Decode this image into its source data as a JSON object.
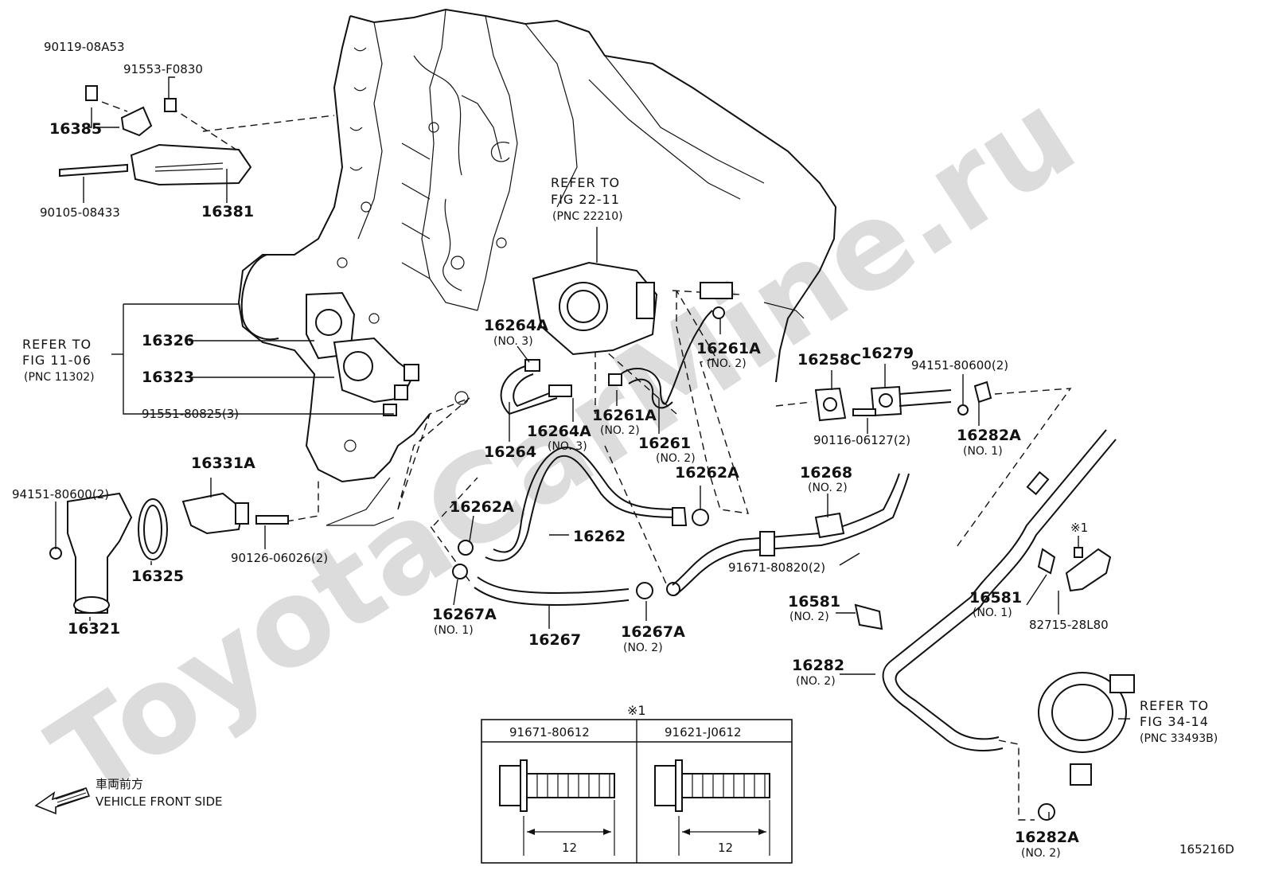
{
  "diagram": {
    "watermark": "ToyotaCarMine.ru",
    "figure_id": "165216D",
    "vehicle_front": {
      "jp": "車両前方",
      "en": "VEHICLE FRONT SIDE"
    },
    "references": {
      "ref_11_06": {
        "l1": "REFER TO",
        "l2": "FIG 11-06",
        "l3": "(PNC 11302)"
      },
      "ref_22_11": {
        "l1": "REFER TO",
        "l2": "FIG 22-11",
        "l3": "(PNC 22210)"
      },
      "ref_34_14": {
        "l1": "REFER TO",
        "l2": "FIG 34-14",
        "l3": "(PNC 33493B)"
      }
    },
    "labels": {
      "p90119": "90119-08A53",
      "p91553": "91553-F0830",
      "p16385": "16385",
      "p90105": "90105-08433",
      "p16381": "16381",
      "p16326": "16326",
      "p16323": "16323",
      "p91551": "91551-80825(3)",
      "p16331A": "16331A",
      "p94151a": "94151-80600(2)",
      "p16325": "16325",
      "p90126": "90126-06026(2)",
      "p16321": "16321",
      "p16264A_1": "16264A",
      "p16264A_1s": "(NO. 3)",
      "p16264": "16264",
      "p16264A_2": "16264A",
      "p16264A_2s": "(NO. 3)",
      "p16261A_1": "16261A",
      "p16261A_1s": "(NO. 2)",
      "p16261A_2": "16261A",
      "p16261A_2s": "(NO. 2)",
      "p16261": "16261",
      "p16261s": "(NO. 2)",
      "p16262A_1": "16262A",
      "p16262A_2": "16262A",
      "p16262": "16262",
      "p16267A_1": "16267A",
      "p16267A_1s": "(NO. 1)",
      "p16267": "16267",
      "p16267A_2": "16267A",
      "p16267A_2s": "(NO. 2)",
      "p16258C": "16258C",
      "p16279": "16279",
      "p94151b": "94151-80600(2)",
      "p90116": "90116-06127(2)",
      "p16282A_1": "16282A",
      "p16282A_1s": "(NO. 1)",
      "p16268": "16268",
      "p16268s": "(NO. 2)",
      "p91671": "91671-80820(2)",
      "p16581_1": "16581",
      "p16581_1s": "(NO. 2)",
      "p16581_2": "16581",
      "p16581_2s": "(NO. 1)",
      "p82715": "82715-28L80",
      "star1": "※1",
      "p16282": "16282",
      "p16282s": "(NO. 2)",
      "p16282A_2": "16282A",
      "p16282A_2s": "(NO. 2)"
    },
    "inset": {
      "mark": "※1",
      "left_part": "91671-80612",
      "right_part": "91621-J0612",
      "left_dim": "12",
      "right_dim": "12"
    }
  }
}
